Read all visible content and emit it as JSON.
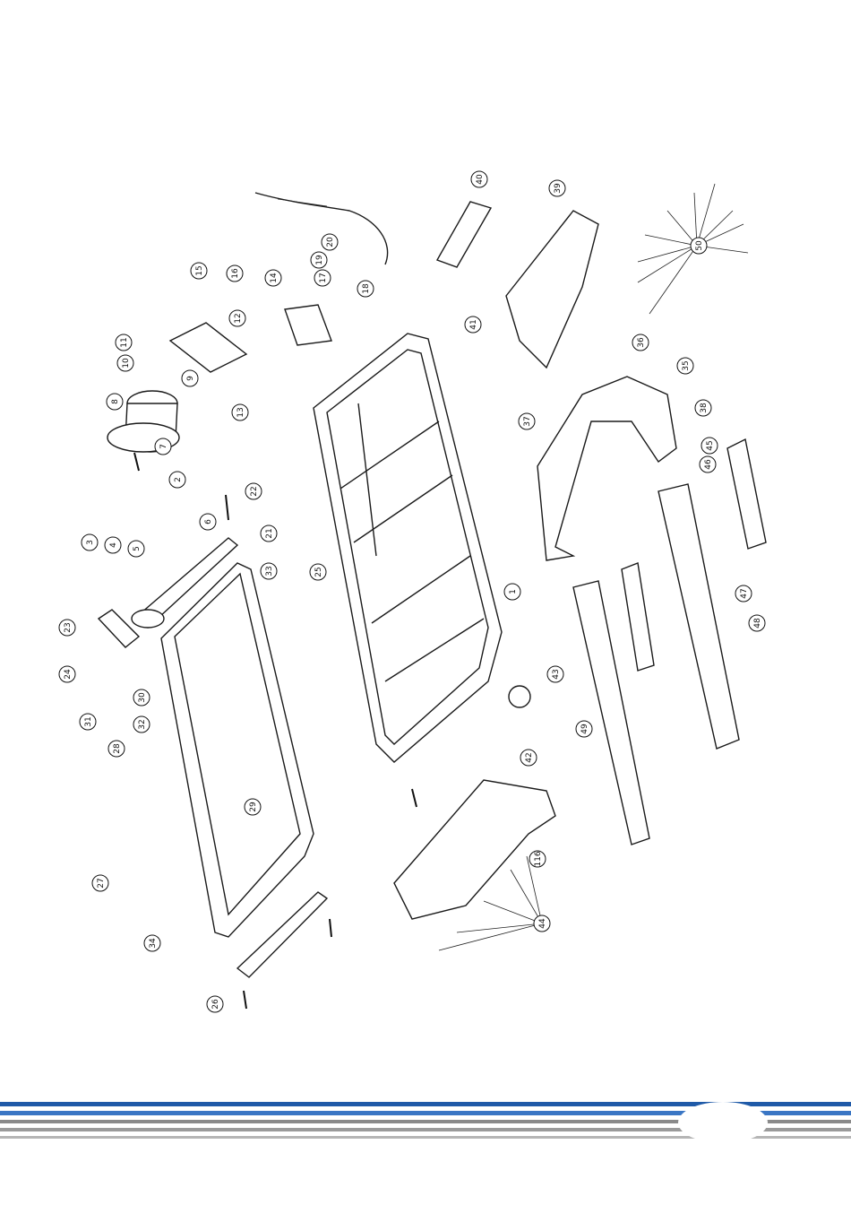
{
  "diagram": {
    "callouts": [
      "1",
      "2",
      "3",
      "4",
      "5",
      "6",
      "7",
      "8",
      "9",
      "10",
      "11",
      "12",
      "13",
      "14",
      "15",
      "16",
      "17",
      "18",
      "19",
      "20",
      "21",
      "22",
      "23",
      "24",
      "25",
      "26",
      "27",
      "28",
      "29",
      "30",
      "31",
      "32",
      "33",
      "34",
      "35",
      "36",
      "37",
      "38",
      "39",
      "40",
      "41",
      "42",
      "43",
      "44",
      "45",
      "46",
      "47",
      "48",
      "49",
      "50",
      "116"
    ]
  },
  "footer": {
    "stripe_colors": [
      "#1f5aa8",
      "#3a76c4",
      "#8a8a8a",
      "#b5b5b5"
    ],
    "page_number": ""
  }
}
